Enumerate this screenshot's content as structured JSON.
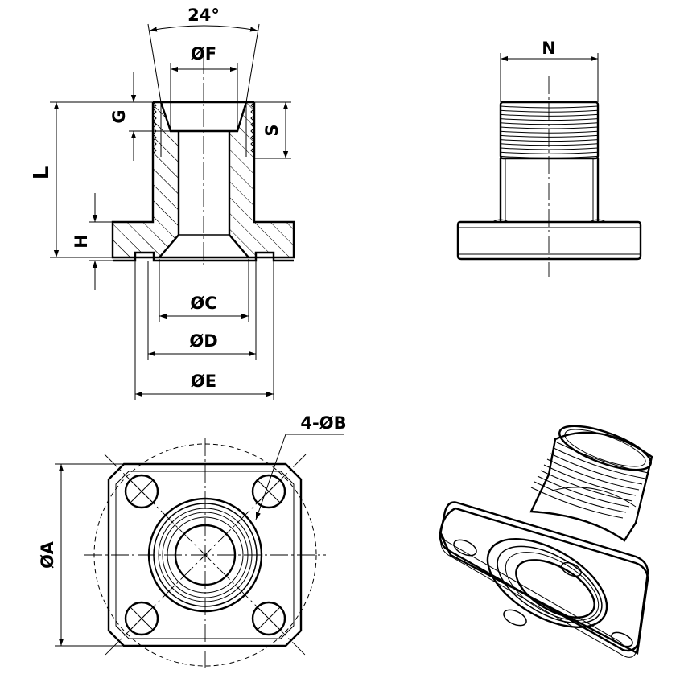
{
  "drawing": {
    "labels": {
      "angle": "24°",
      "dia_f": "ØF",
      "g": "G",
      "s": "S",
      "l": "L",
      "h": "H",
      "dia_c": "ØC",
      "dia_d": "ØD",
      "dia_e": "ØE",
      "n": "N",
      "holes": "4-ØB",
      "dia_a": "ØA"
    },
    "colors": {
      "line": "#000000",
      "background": "#ffffff"
    }
  }
}
